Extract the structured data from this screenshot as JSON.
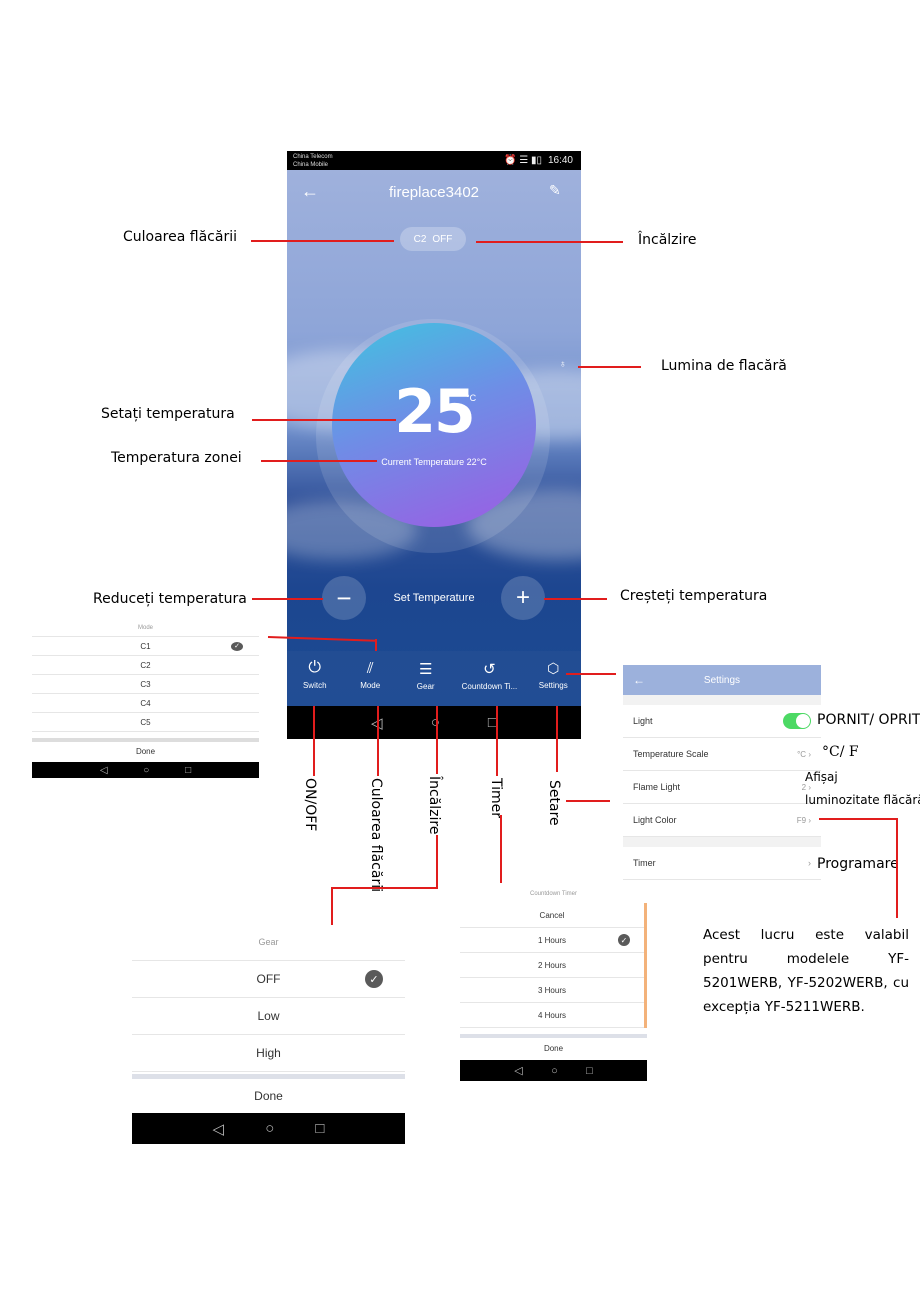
{
  "phone": {
    "status_carrier1": "China Telecom",
    "status_carrier2": "China Mobile",
    "status_time": "16:40",
    "title": "fireplace3402",
    "chip_color": "C2",
    "chip_heat": "OFF",
    "set_temp": "25",
    "temp_unit": "°C",
    "current_temp": "Current Temperature 22°C",
    "set_temp_label": "Set Temperature",
    "tabs": [
      {
        "label": "Switch",
        "icon": "power-icon"
      },
      {
        "label": "Mode",
        "icon": "mode-icon"
      },
      {
        "label": "Gear",
        "icon": "gear-icon"
      },
      {
        "label": "Countdown Ti...",
        "icon": "countdown-icon"
      },
      {
        "label": "Settings",
        "icon": "settings-icon"
      }
    ]
  },
  "annotations": {
    "flame_color": "Culoarea flăcării",
    "heating": "Încălzire",
    "flame_light": "Lumina de flacără",
    "set_temp": "Setați temperatura",
    "zone_temp": "Temperatura zonei",
    "decrease": "Reduceți temperatura",
    "increase": "Creșteți temperatura",
    "on_off": "ON/OFF",
    "color_vertical": "Culoarea flăcării",
    "heating_vertical": "Încălzire",
    "timer": "Timer",
    "settings": "Setare",
    "on_off_ro": "PORNIT/ OPRIT",
    "scale": "°C/ F",
    "brightness_line1": "Afișaj",
    "brightness_line2": "luminozitate flăcără",
    "schedule": "Programare",
    "note": "Acest lucru este valabil pentru modelele YF-5201WERB, YF-5202WERB, cu excepția YF-5211WERB."
  },
  "mode_sheet": {
    "title": "Mode",
    "options": [
      "C1",
      "C2",
      "C3",
      "C4",
      "C5"
    ],
    "selected": "C1",
    "done": "Done"
  },
  "settings_sheet": {
    "title": "Settings",
    "rows": [
      {
        "label": "Light",
        "value": ""
      },
      {
        "label": "Temperature Scale",
        "value": "°C"
      },
      {
        "label": "Flame Light",
        "value": "2"
      },
      {
        "label": "Light Color",
        "value": "F9"
      },
      {
        "label": "Timer",
        "value": ""
      }
    ],
    "light_on": true
  },
  "gear_sheet": {
    "title": "Gear",
    "options": [
      "OFF",
      "Low",
      "High"
    ],
    "selected": "OFF",
    "done": "Done"
  },
  "timer_sheet": {
    "title": "Countdown Timer",
    "cancel": "Cancel",
    "options": [
      "1 Hours",
      "2 Hours",
      "3 Hours",
      "4 Hours"
    ],
    "selected": "1 Hours",
    "done": "Done"
  },
  "colors": {
    "accent_red": "#e11d1d",
    "toggle_green": "#4cd964",
    "settings_header": "#9cb1dc"
  }
}
